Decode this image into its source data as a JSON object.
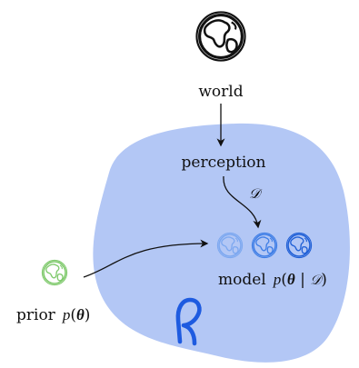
{
  "labels": {
    "world": "world",
    "perception": "perception",
    "data_symbol": "𝒟",
    "model_word": "model",
    "model_p": "p",
    "model_open": "(",
    "model_theta": "θ",
    "model_bar": " | ",
    "model_D": "𝒟",
    "model_close": ")",
    "prior_word": "prior",
    "prior_p": "p",
    "prior_open": "(",
    "prior_theta": "θ",
    "prior_close": ")"
  },
  "colors": {
    "blob_fill": "#b3c7f5",
    "world_globe": "#111111",
    "prior_globe": "#7ec96b",
    "model_globe_light": "#7da8f0",
    "model_globe_mid": "#3f7ee6",
    "model_globe_dark": "#1f5fd6",
    "agent": "#1e5be0",
    "arrow": "#111111"
  },
  "icons": {
    "world": "globe-icon",
    "prior": "globe-icon",
    "model": [
      "globe-icon",
      "globe-icon",
      "globe-icon"
    ],
    "agent": "agent-icon"
  }
}
